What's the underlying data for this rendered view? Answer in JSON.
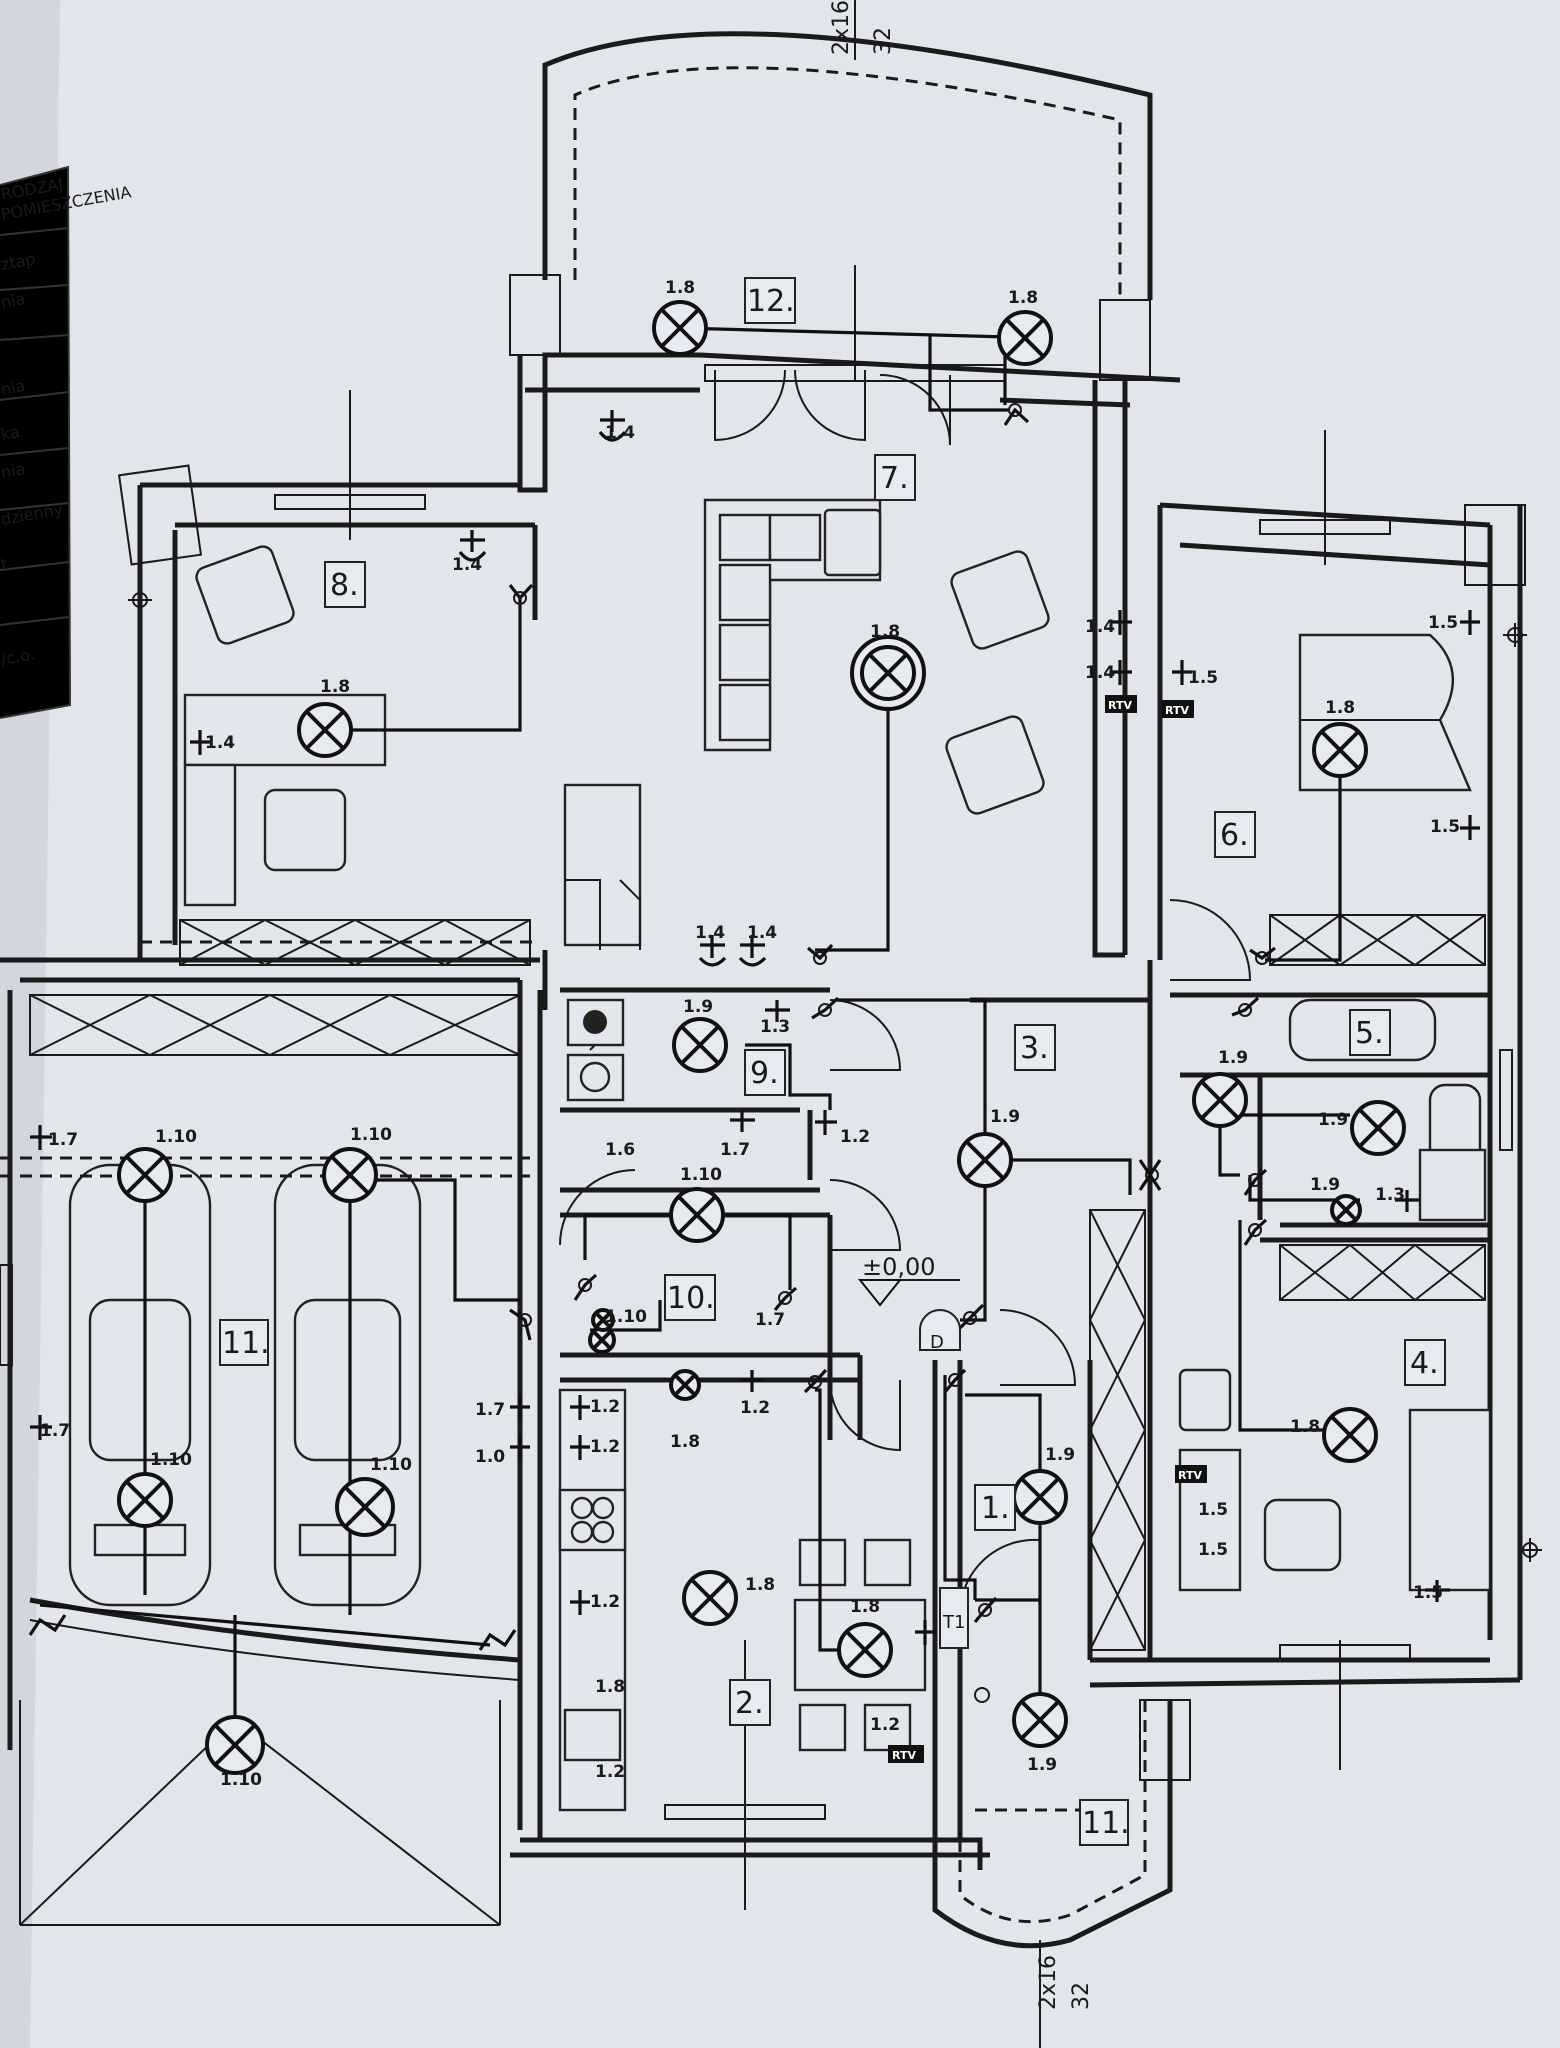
{
  "legend": {
    "header": [
      "RODZAJ",
      "POMIESZCZENIA"
    ],
    "rows": [
      "ztap",
      "nia",
      "",
      "nia",
      "ka",
      "nia",
      "dzienny",
      "t",
      "/c.o."
    ]
  },
  "dimension_top": [
    "2x16",
    "32"
  ],
  "dimension_bottom": [
    "2x16",
    "32"
  ],
  "level_mark": "±0,00",
  "room_numbers": [
    "1.",
    "2.",
    "3.",
    "4.",
    "5.",
    "6.",
    "7.",
    "8.",
    "9.",
    "10.",
    "11.",
    "11.",
    "12."
  ],
  "circuit_labels": {
    "l18": "1.8",
    "l19": "1.9",
    "l110": "1.10",
    "l14": "1.4",
    "l15": "1.5",
    "l13": "1.3",
    "l12": "1.2",
    "l17": "1.7",
    "l16": "1.6",
    "l10": "1.0"
  },
  "tags": {
    "rtv": "RTV",
    "t1": "T1",
    "d": "D"
  }
}
